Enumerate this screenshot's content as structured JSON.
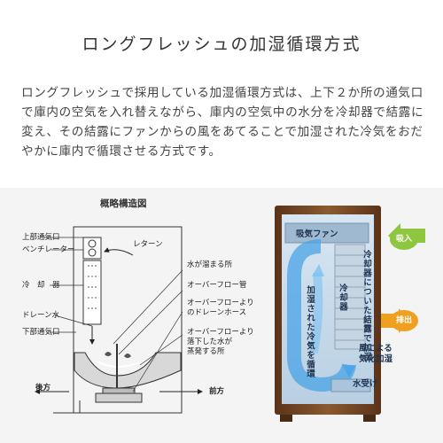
{
  "heading": "ロングフレッシュの加湿循環方式",
  "description": "ロングフレッシュで採用している加湿循環方式は、上下２か所の通気口で庫内の空気を入れ替えながら、庫内の空気中の水分を冷却器で結露に変え、その結露にファンからの風をあてることで加湿された冷気をおだやかに庫内で循環させる方式です。",
  "schematic": {
    "title": "概略構造図",
    "labels": {
      "upper_vent": "上部通気口",
      "ventilator": "ベンチレーター",
      "cooler": "冷　却　器",
      "drain_water": "ドレーン水",
      "lower_vent": "下部通気口",
      "return": "レターン",
      "water_collect": "水が溜まる所",
      "overflow_pipe": "オーバーフロー管",
      "overflow_drain_1": "オーバーフローより",
      "overflow_drain_2": "のドレーンホース",
      "evap_1": "オーバーフローより",
      "evap_2": "落下した水が",
      "evap_3": "蒸発する所",
      "back": "後方",
      "front": "前方"
    }
  },
  "photo": {
    "fan": "吸気ファン",
    "intake": "吸入",
    "exhaust": "排出",
    "cooler": "冷却器",
    "dew": "冷却器についた結露で加湿",
    "humid_air": "加湿された冷気を循環",
    "wind": "風による",
    "humidify": "気化加湿",
    "water_pan": "水受け"
  },
  "colors": {
    "cabinet": "#7a4a26",
    "arrow_blue": "#4aa3e6",
    "intake_green": "#8fc63f",
    "exhaust_orange": "#f0a020"
  }
}
